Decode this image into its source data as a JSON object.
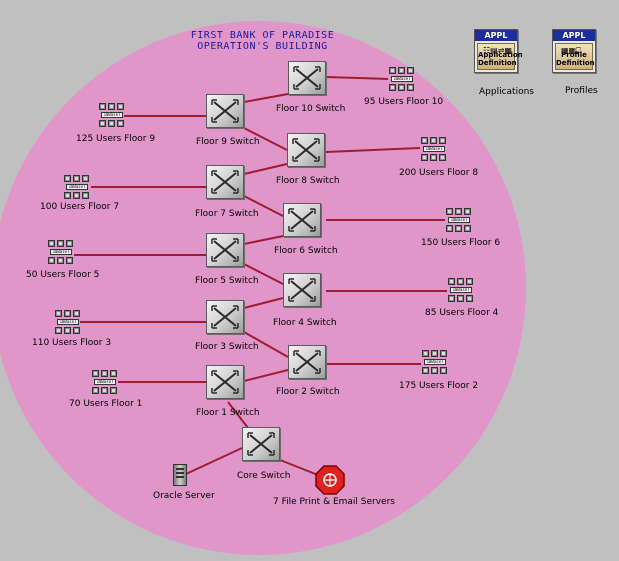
{
  "diagram": {
    "title_line1": "FIRST BANK OF PARADISE",
    "title_line2": "OPERATION'S BUILDING",
    "region_color": "#e096c9",
    "link_color": "#a01c34",
    "switches": [
      {
        "id": "sw10",
        "label": "Floor 10 Switch"
      },
      {
        "id": "sw9",
        "label": "Floor 9 Switch"
      },
      {
        "id": "sw8",
        "label": "Floor 8 Switch"
      },
      {
        "id": "sw7",
        "label": "Floor 7 Switch"
      },
      {
        "id": "sw6",
        "label": "Floor 6 Switch"
      },
      {
        "id": "sw5",
        "label": "Floor 5 Switch"
      },
      {
        "id": "sw4",
        "label": "Floor 4 Switch"
      },
      {
        "id": "sw3",
        "label": "Floor 3 Switch"
      },
      {
        "id": "sw2",
        "label": "Floor 2 Switch"
      },
      {
        "id": "sw1",
        "label": "Floor 1 Switch"
      },
      {
        "id": "core",
        "label": "Core Switch"
      }
    ],
    "user_groups": [
      {
        "id": "u10",
        "label": "95 Users Floor 10"
      },
      {
        "id": "u9",
        "label": "125 Users Floor 9"
      },
      {
        "id": "u8",
        "label": "200 Users Floor 8"
      },
      {
        "id": "u7",
        "label": "100 Users Floor 7"
      },
      {
        "id": "u6",
        "label": "150 Users Floor 6"
      },
      {
        "id": "u5",
        "label": "50 Users Floor 5"
      },
      {
        "id": "u4",
        "label": "85 Users Floor 4"
      },
      {
        "id": "u3",
        "label": "110 Users Floor 3"
      },
      {
        "id": "u2",
        "label": "175 Users Floor 2"
      },
      {
        "id": "u1",
        "label": "70 Users Floor 1"
      }
    ],
    "hub_text": "10BaseT",
    "servers": {
      "oracle": "Oracle Server",
      "file": "7 File Print & Email Servers"
    },
    "appl_badge": "APPL",
    "applications": {
      "caption": "Application Definition",
      "label": "Applications"
    },
    "profiles": {
      "caption": "Profile Definition",
      "label": "Profiles"
    }
  }
}
